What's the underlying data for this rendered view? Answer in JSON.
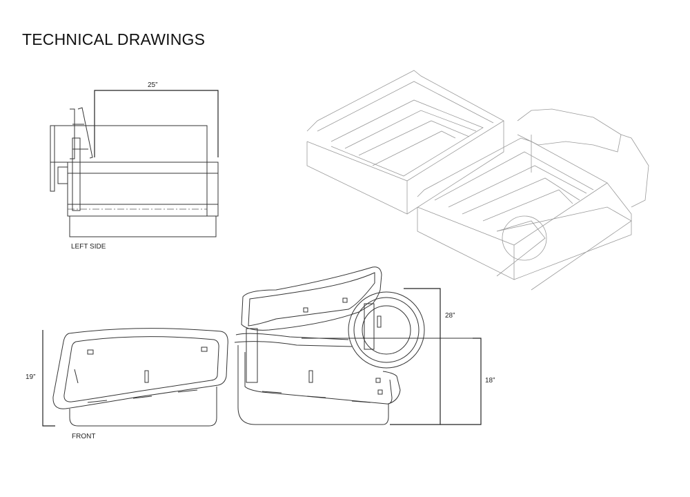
{
  "title": "TECHNICAL DRAWINGS",
  "left_side": {
    "label": "LEFT SIDE",
    "dimension": "25”"
  },
  "front": {
    "label": "FRONT",
    "dimension_height": "19”"
  },
  "plan": {
    "dimension_total": "28”",
    "dimension_seat": "18”"
  }
}
